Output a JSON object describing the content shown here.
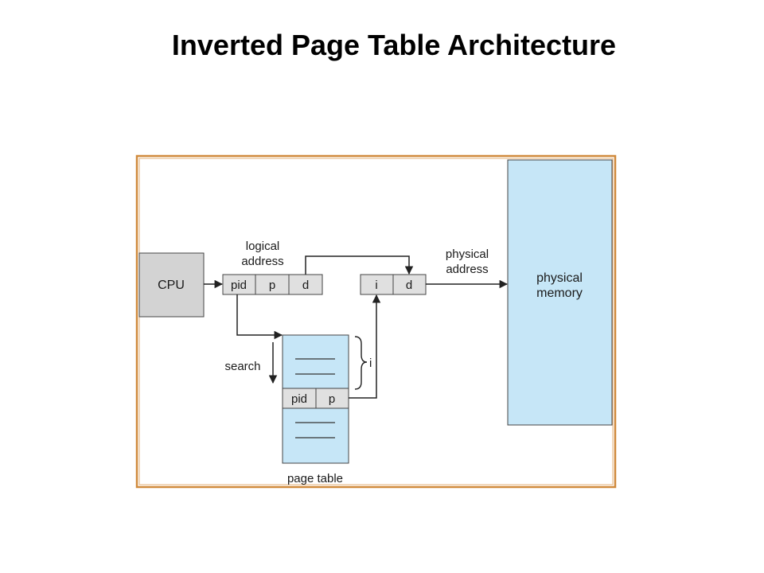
{
  "title": "Inverted Page Table Architecture",
  "diagram": {
    "cpu_label": "CPU",
    "logical_address_label": [
      "logical",
      "address"
    ],
    "logical_fields": [
      "pid",
      "p",
      "d"
    ],
    "physical_fields": [
      "i",
      "d"
    ],
    "physical_address_label": [
      "physical",
      "address"
    ],
    "physical_memory_label": [
      "physical",
      "memory"
    ],
    "search_label": "search",
    "index_label": "i",
    "page_table_entry": [
      "pid",
      "p"
    ],
    "page_table_label": "page table",
    "colors": {
      "frame_border": "#d08a3c",
      "cpu_fill": "#d3d3d3",
      "field_fill": "#e0e0e0",
      "memory_fill": "#c6e6f7",
      "stroke": "#444444"
    }
  }
}
